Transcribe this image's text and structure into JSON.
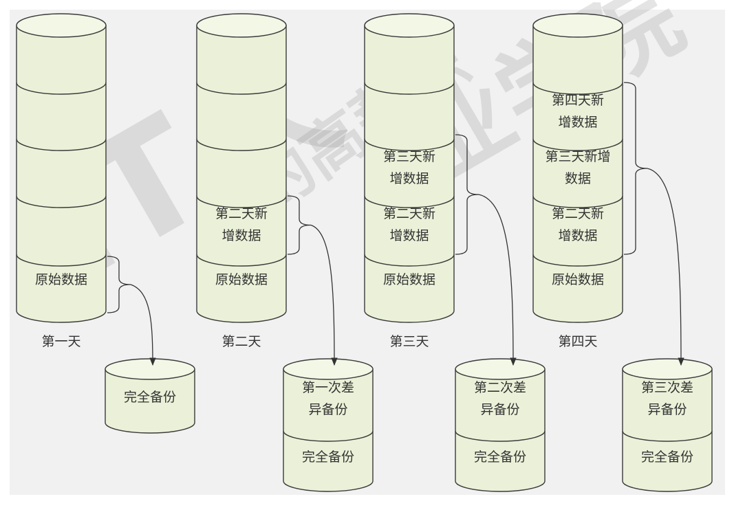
{
  "columns": [
    {
      "day_label": "第一天",
      "segments": [
        {
          "label": [
            "原始数据"
          ]
        },
        {
          "label": []
        },
        {
          "label": []
        },
        {
          "label": []
        },
        {
          "label": []
        }
      ],
      "backup": {
        "segments": [
          {
            "label": [
              "完全备份"
            ]
          }
        ]
      }
    },
    {
      "day_label": "第二天",
      "segments": [
        {
          "label": [
            "原始数据"
          ]
        },
        {
          "label": [
            "第二天新",
            "增数据"
          ]
        },
        {
          "label": []
        },
        {
          "label": []
        },
        {
          "label": []
        }
      ],
      "backup": {
        "segments": [
          {
            "label": [
              "完全备份"
            ]
          },
          {
            "label": [
              "第一次差",
              "异备份"
            ]
          }
        ]
      }
    },
    {
      "day_label": "第三天",
      "segments": [
        {
          "label": [
            "原始数据"
          ]
        },
        {
          "label": [
            "第二天新",
            "增数据"
          ]
        },
        {
          "label": [
            "第三天新",
            "增数据"
          ]
        },
        {
          "label": []
        },
        {
          "label": []
        }
      ],
      "backup": {
        "segments": [
          {
            "label": [
              "完全备份"
            ]
          },
          {
            "label": [
              "第二次差",
              "异备份"
            ]
          }
        ]
      }
    },
    {
      "day_label": "第四天",
      "segments": [
        {
          "label": [
            "原始数据"
          ]
        },
        {
          "label": [
            "第二天新",
            "增数据"
          ]
        },
        {
          "label": [
            "第三天新增",
            "数据"
          ]
        },
        {
          "label": [
            "第四天新",
            "增数据"
          ]
        },
        {
          "label": []
        }
      ],
      "backup": {
        "segments": [
          {
            "label": [
              "完全备份"
            ]
          },
          {
            "label": [
              "第三次差",
              "异备份"
            ]
          }
        ]
      }
    }
  ],
  "colors": {
    "cylinder_fill": "#eaf1d8",
    "cylinder_top": "#f2f7e6",
    "outline": "#3a3a3a",
    "background": "#f1f1f1"
  },
  "watermark": {
    "text": "IT人的高薪职业学院"
  }
}
